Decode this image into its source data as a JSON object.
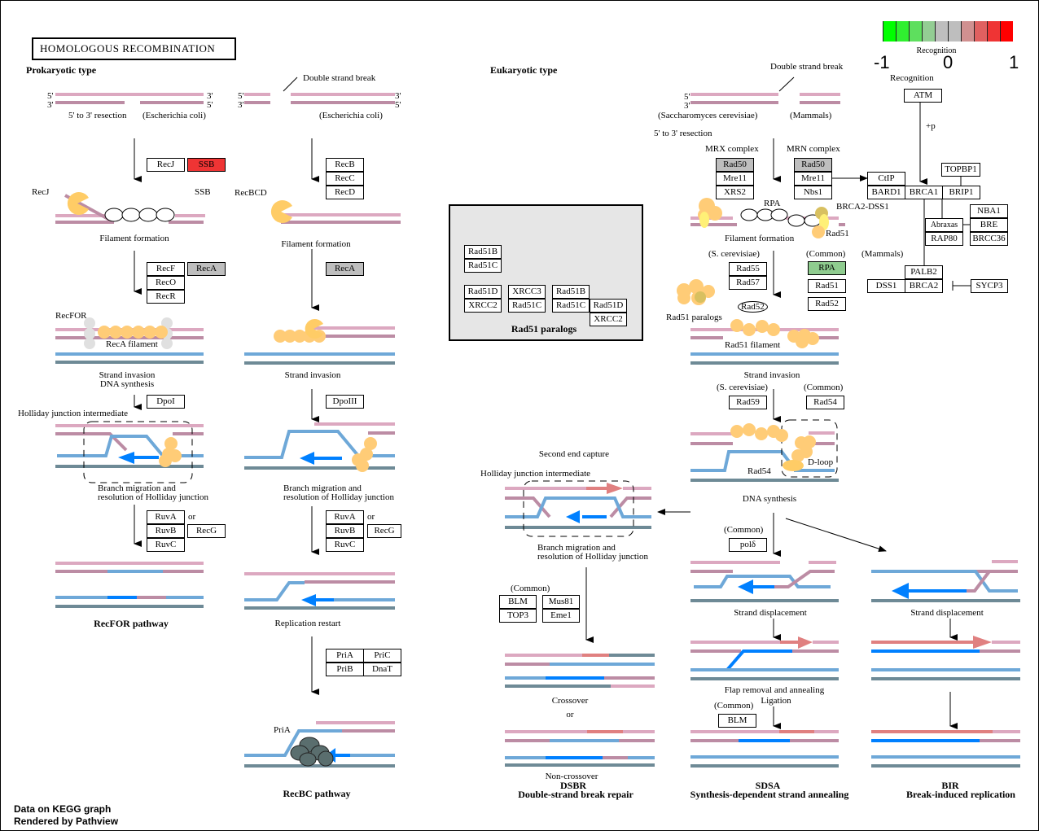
{
  "title": "HOMOLOGOUS RECOMBINATION",
  "legend": {
    "label": "Recognition",
    "min": "-1",
    "mid": "0",
    "max": "1",
    "colors": [
      "#00ff00",
      "#30ef30",
      "#5edf5e",
      "#93cd93",
      "#bebebe",
      "#bebebe",
      "#d09090",
      "#e06060",
      "#ef3434",
      "#ff0000"
    ]
  },
  "sections": {
    "prokaryotic": "Prokaryotic type",
    "eukaryotic": "Eukaryotic type"
  },
  "labels": {
    "five_prime": "5'",
    "three_prime": "3'",
    "resection": "5' to 3' resection",
    "ecoli": "(Escherichia coli)",
    "dsb": "Double strand break",
    "recj": "RecJ",
    "ssb": "SSB",
    "recbcd": "RecBCD",
    "filament": "Filament formation",
    "recfor": "RecFOR",
    "reca_filament": "RecA filament",
    "strand_invasion": "Strand invasion",
    "dna_synthesis": "DNA synthesis",
    "holliday": "Holliday junction intermediate",
    "branch1": "Branch migration and",
    "branch2": "resolution of Holliday junction",
    "or": "or",
    "recfor_pathway": "RecFOR pathway",
    "replication_restart": "Replication restart",
    "pria": "PriA",
    "recbc_pathway": "RecBC pathway",
    "scerevisiae_long": "(Saccharomyces cerevisiae)",
    "mammals": "(Mammals)",
    "mrx": "MRX complex",
    "mrn": "MRN complex",
    "rpa": "RPA",
    "brca2dss1": "BRCA2-DSS1",
    "rad51": "Rad51",
    "scerevisiae": "(S. cerevisiae)",
    "common": "(Common)",
    "rad52": "Rad52",
    "rad51_paralogs": "Rad51 paralogs",
    "rad51_filament": "Rad51 filament",
    "rad54": "Rad54",
    "dloop": "D-loop",
    "recognition": "Recognition",
    "plus_p": "+p",
    "second_end": "Second end capture",
    "strand_displacement": "Strand displacement",
    "flap": "Flap removal and annealing",
    "ligation": "Ligation",
    "crossover": "Crossover",
    "noncrossover": "Non-crossover",
    "dsbr": "DSBR",
    "dsbr_full": "Double-strand break repair",
    "sdsa": "SDSA",
    "sdsa_full": "Synthesis-dependent strand annealing",
    "bir": "BIR",
    "bir_full": "Break-induced replication"
  },
  "genes": {
    "RecJ": "RecJ",
    "SSB": "SSB",
    "RecB": "RecB",
    "RecC": "RecC",
    "RecD": "RecD",
    "RecF": "RecF",
    "RecO": "RecO",
    "RecR": "RecR",
    "RecA1": "RecA",
    "RecA2": "RecA",
    "DpoI": "DpoI",
    "DpoIII": "DpoIII",
    "RuvA": "RuvA",
    "RuvB": "RuvB",
    "RuvC": "RuvC",
    "RecG": "RecG",
    "PriA": "PriA",
    "PriB": "PriB",
    "PriC": "PriC",
    "DnaT": "DnaT",
    "Rad50a": "Rad50",
    "Mre11a": "Mre11",
    "XRS2": "XRS2",
    "Rad50b": "Rad50",
    "Mre11b": "Mre11",
    "Nbs1": "Nbs1",
    "CtIP": "CtIP",
    "BARD1": "BARD1",
    "BRCA1": "BRCA1",
    "BRIP1": "BRIP1",
    "TOPBP1": "TOPBP1",
    "ATM": "ATM",
    "NBA1": "NBA1",
    "BRE": "BRE",
    "BRCC36": "BRCC36",
    "Abraxas": "Abraxas",
    "RAP80": "RAP80",
    "PALB2": "PALB2",
    "DSS1": "DSS1",
    "BRCA2": "BRCA2",
    "SYCP3": "SYCP3",
    "Rad55": "Rad55",
    "Rad57": "Rad57",
    "RPA": "RPA",
    "Rad51": "Rad51",
    "Rad52": "Rad52",
    "Rad59": "Rad59",
    "Rad54": "Rad54",
    "pold": "polδ",
    "BLM1": "BLM",
    "TOP3": "TOP3",
    "Mus81": "Mus81",
    "Eme1": "Eme1",
    "BLM2": "BLM",
    "p_Rad51B_1": "Rad51B",
    "p_Rad51C_1": "Rad51C",
    "p_Rad51D_1": "Rad51D",
    "p_XRCC2_1": "XRCC2",
    "p_XRCC3": "XRCC3",
    "p_Rad51C_2": "Rad51C",
    "p_Rad51B_2": "Rad51B",
    "p_Rad51C_3": "Rad51C",
    "p_Rad51D_2": "Rad51D",
    "p_XRCC2_2": "XRCC2"
  },
  "footer": {
    "line1": "Data on KEGG graph",
    "line2": "Rendered by Pathview"
  }
}
